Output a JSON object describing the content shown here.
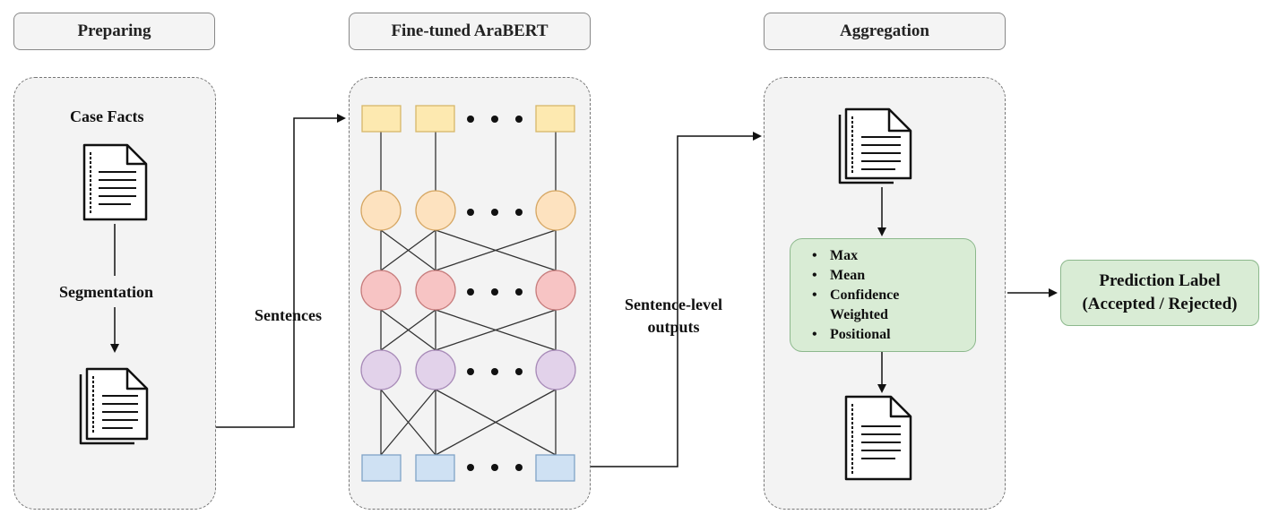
{
  "stages": {
    "preparing": "Preparing",
    "arabert": "Fine-tuned AraBERT",
    "aggregation": "Aggregation"
  },
  "preparing": {
    "case_facts": "Case Facts",
    "segmentation": "Segmentation"
  },
  "flow_labels": {
    "sentences": "Sentences",
    "sentence_level_line1": "Sentence-level",
    "sentence_level_line2": "outputs"
  },
  "aggregation": {
    "methods": [
      {
        "line1": "Max",
        "line2": ""
      },
      {
        "line1": "Mean",
        "line2": ""
      },
      {
        "line1": "Confidence",
        "line2": "Weighted"
      },
      {
        "line1": "Positional",
        "line2": ""
      }
    ],
    "bullet": "•"
  },
  "prediction": {
    "line1": "Prediction Label",
    "line2": "(Accepted / Rejected)"
  },
  "colors": {
    "input_token": "#fde9b0",
    "layer1": "#fde2bf",
    "layer2": "#f7c4c4",
    "layer3": "#e2d2ea",
    "output_token": "#cfe1f3",
    "agg_fill": "#d9ecd5"
  },
  "icons": [
    "document-icon",
    "document-stack-icon",
    "ellipsis-icon",
    "arrow-icon"
  ]
}
